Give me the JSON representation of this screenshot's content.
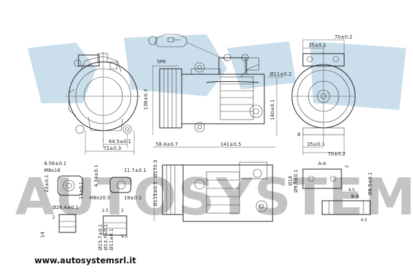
{
  "watermark": {
    "text": "AUTOSYSTEM",
    "bg_color": "#9fc3dc"
  },
  "footer": {
    "url": "www.autosystemsrl.it"
  },
  "labels": {
    "belt": "5PK",
    "d70": "70±0.2",
    "d35": "35±0.1",
    "d8": "8",
    "d35b": "35±0.1",
    "d70b": "70±0.2",
    "d2": "2",
    "d138": "138±0.3",
    "d140": "140±0.1",
    "d11": "Ø11±0.2",
    "d58": "58.4±0.7",
    "d141": "141±0.5",
    "d64": "64.5±0.1",
    "d72": "72±0.3",
    "d856": "8.56±0.1",
    "m8x16": "M8x16",
    "d22": "22±0.1",
    "d11b": "11±0.1",
    "d117": "11.7±0.1",
    "d434": "4.34±0.1",
    "m8x20": "M8x20.5",
    "d19": "19±0.1",
    "d115": "Ø115±0.5",
    "d170": "Ø170.5",
    "d264": "Ø26.4±0.1",
    "d2b": "2",
    "d25": "2.5",
    "d2c": "2",
    "d45": "4.5",
    "d14": "14",
    "d157": "Ø15.7±0.1",
    "d137": "Ø13.7±0.1",
    "d11c": "Ø11±0.1",
    "secA": "A-A",
    "secB": "B-B",
    "d16": "Ø16",
    "d9": "Ø9.5±0.1",
    "d45b": "4.5",
    "d85": "Ø8.5±0.1",
    "d45c": "4.5"
  }
}
